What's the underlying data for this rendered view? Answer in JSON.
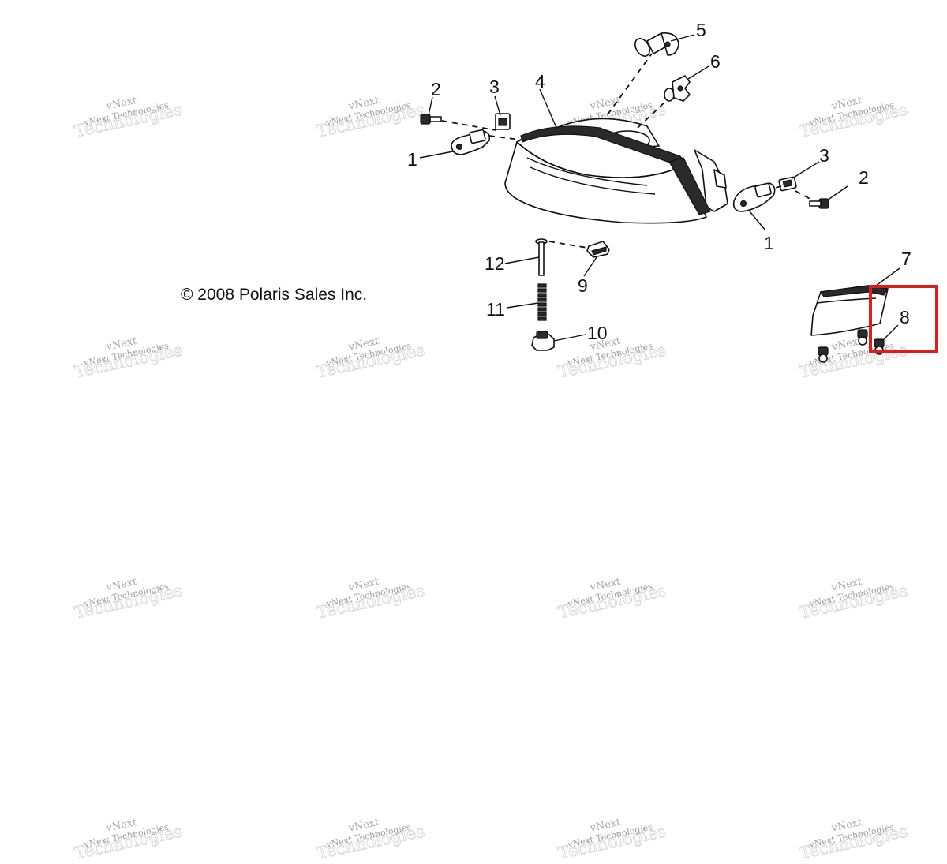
{
  "copyright": "© 2008 Polaris Sales Inc.",
  "watermark": {
    "line1": "vNext",
    "line2": "vNext Technologies",
    "line3": "Technologies"
  },
  "callouts": [
    "1",
    "2",
    "3",
    "4",
    "5",
    "6",
    "1",
    "3",
    "2",
    "7",
    "8",
    "9",
    "10",
    "11",
    "12"
  ],
  "highlight": {
    "label": "8",
    "color": "#e01b1b"
  }
}
